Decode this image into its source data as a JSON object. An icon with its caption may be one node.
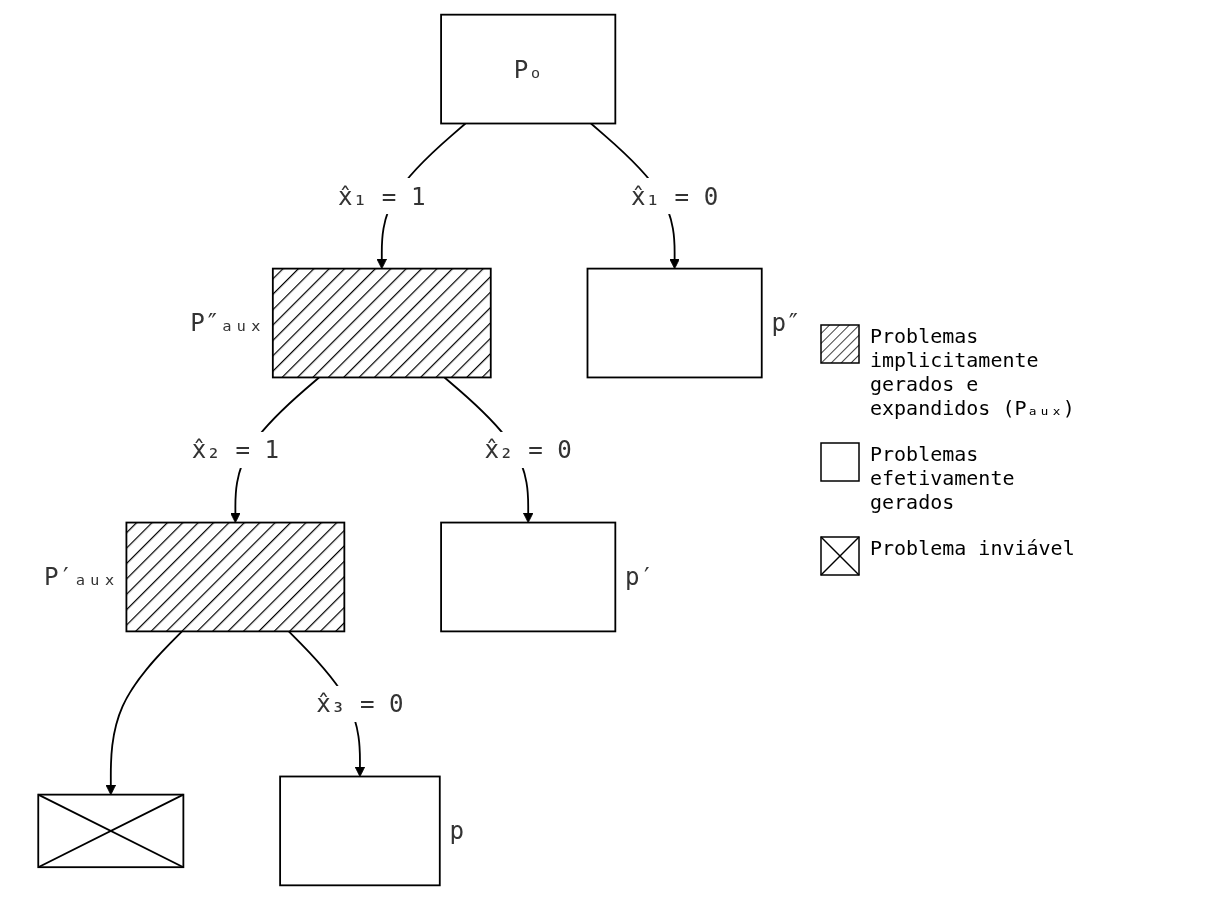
{
  "diagram": {
    "nodes": [
      {
        "text": [
          "Pₒ"
        ]
      },
      {
        "text": [],
        "shape": "box",
        "beside": [
          "P″ₐᵤₓ"
        ]
      },
      {
        "text": [],
        "shape": "box",
        "beside": [
          "p″"
        ]
      },
      {
        "text": [],
        "shape": "box",
        "beside": [
          "P′ₐᵤₓ"
        ]
      },
      {
        "text": [],
        "shape": "box",
        "beside": [
          "p′"
        ]
      },
      {
        "text": [],
        "shape": "box"
      },
      {
        "text": [],
        "shape": "box",
        "beside": [
          "p"
        ]
      }
    ],
    "edges": [
      {
        "from": 0,
        "to": 1,
        "arrow": "to",
        "label": "x̂₁ = 1"
      },
      {
        "from": 0,
        "to": 2,
        "arrow": "to",
        "label": "x̂₁ = 0"
      },
      {
        "from": 1,
        "to": 3,
        "arrow": "to",
        "label": "x̂₂ = 1"
      },
      {
        "from": 1,
        "to": 4,
        "arrow": "to",
        "label": "x̂₂ = 0"
      },
      {
        "from": 3,
        "to": 5,
        "arrow": "to"
      },
      {
        "from": 3,
        "to": 6,
        "arrow": "to",
        "label": "x̂₃ = 0"
      }
    ],
    "legend": [
      {
        "text": "Problemas implicitamente gerados e expandidos (Pₐᵤₓ)"
      },
      {
        "text": "Problemas efetivamente gerados"
      },
      {
        "text": "Problema inviável"
      }
    ]
  }
}
